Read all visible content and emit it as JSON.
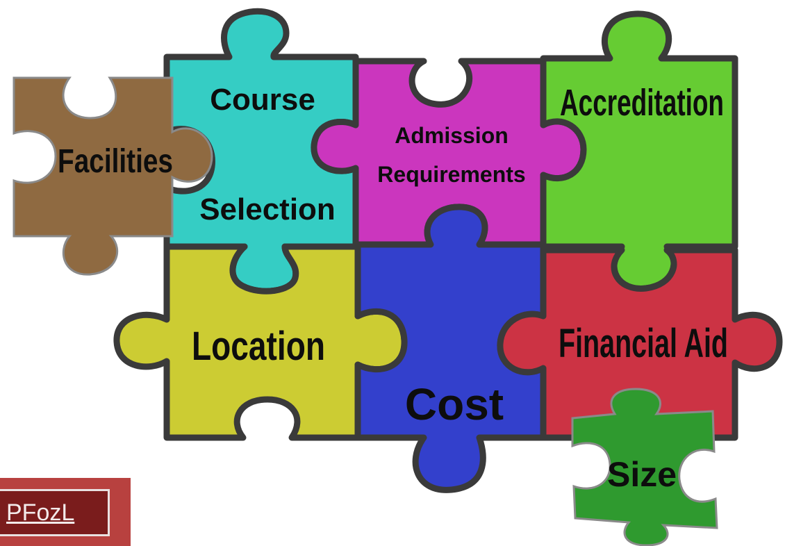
{
  "pieces": {
    "course_line1": "Course",
    "course_line2": "Selection",
    "admission_line1": "Admission",
    "admission_line2": "Requirements",
    "accreditation": "Accreditation",
    "facilities": "Facilities",
    "location": "Location",
    "cost": "Cost",
    "financial_aid": "Financial Aid",
    "size": "Size"
  },
  "colors": {
    "course": "#35cdc4",
    "admission": "#cb36be",
    "accreditation": "#66cc33",
    "facilities": "#8f6a41",
    "location": "#cccc33",
    "cost": "#3340cc",
    "financial_aid": "#cc3344",
    "size": "#2f9a2f",
    "outline": "#3a3a3a"
  },
  "link": {
    "text": "PFozL"
  }
}
